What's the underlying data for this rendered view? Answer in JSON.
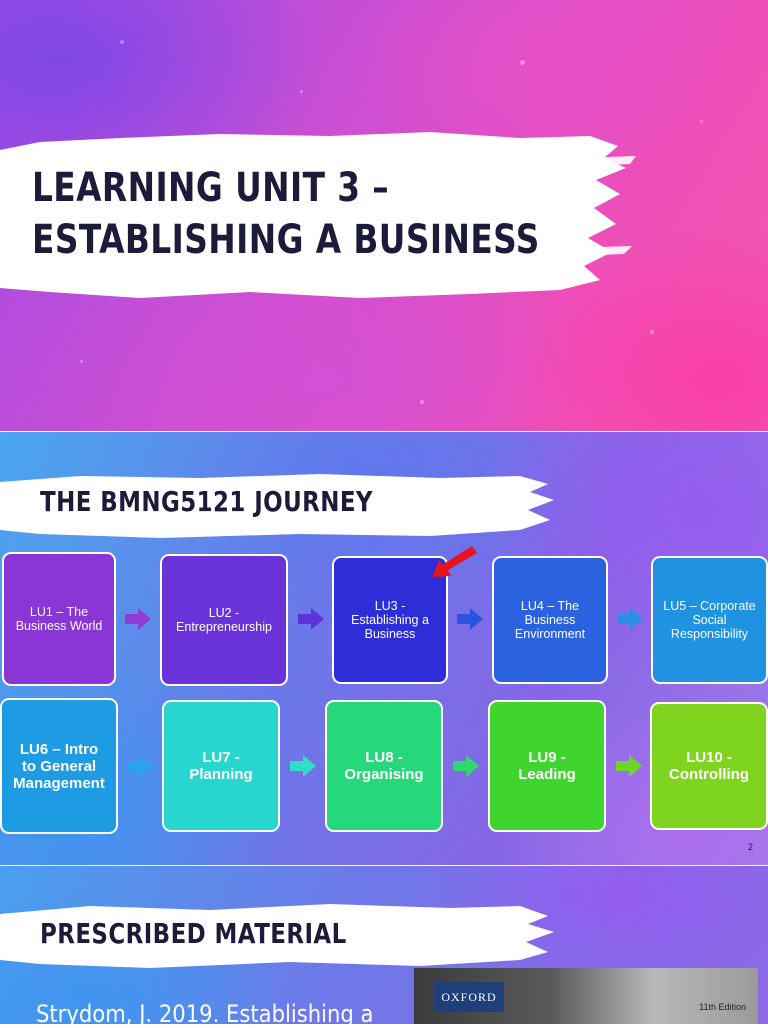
{
  "slide1": {
    "title_line1": "LEARNING UNIT 3 –",
    "title_line2": "ESTABLISHING A BUSINESS"
  },
  "slide2": {
    "title": "THE BMNG5121 JOURNEY",
    "page_number": "2",
    "units": [
      {
        "lines": [
          "LU1 – The",
          "Business World"
        ],
        "color": "#8a35d6"
      },
      {
        "lines": [
          "LU2 -",
          "Entrepreneurship"
        ],
        "color": "#6a33d9"
      },
      {
        "lines": [
          "LU3 -",
          "Establishing a",
          "Business"
        ],
        "color": "#2d2ed7",
        "highlighted": true
      },
      {
        "lines": [
          "LU4 – The",
          "Business",
          "Environment"
        ],
        "color": "#2b62df"
      },
      {
        "lines": [
          "LU5 – Corporate",
          "Social",
          "Responsibility"
        ],
        "color": "#1f93e2"
      },
      {
        "lines": [
          "LU6 – Intro",
          "to General",
          "Management"
        ],
        "color": "#1d9be3"
      },
      {
        "lines": [
          "LU7 -",
          "Planning"
        ],
        "color": "#27d6cf"
      },
      {
        "lines": [
          "LU8 -",
          "Organising"
        ],
        "color": "#26d87a"
      },
      {
        "lines": [
          "LU9 -",
          "Leading"
        ],
        "color": "#3fd52e"
      },
      {
        "lines": [
          "LU10 -",
          "Controlling"
        ],
        "color": "#7fd41f"
      }
    ],
    "highlight_arrow_color": "#e8141c"
  },
  "slide3": {
    "title": "PRESCRIBED MATERIAL",
    "citation": "Strydom, J. 2019. Establishing a",
    "book_publisher": "OXFORD",
    "book_edition": "11th Edition"
  }
}
